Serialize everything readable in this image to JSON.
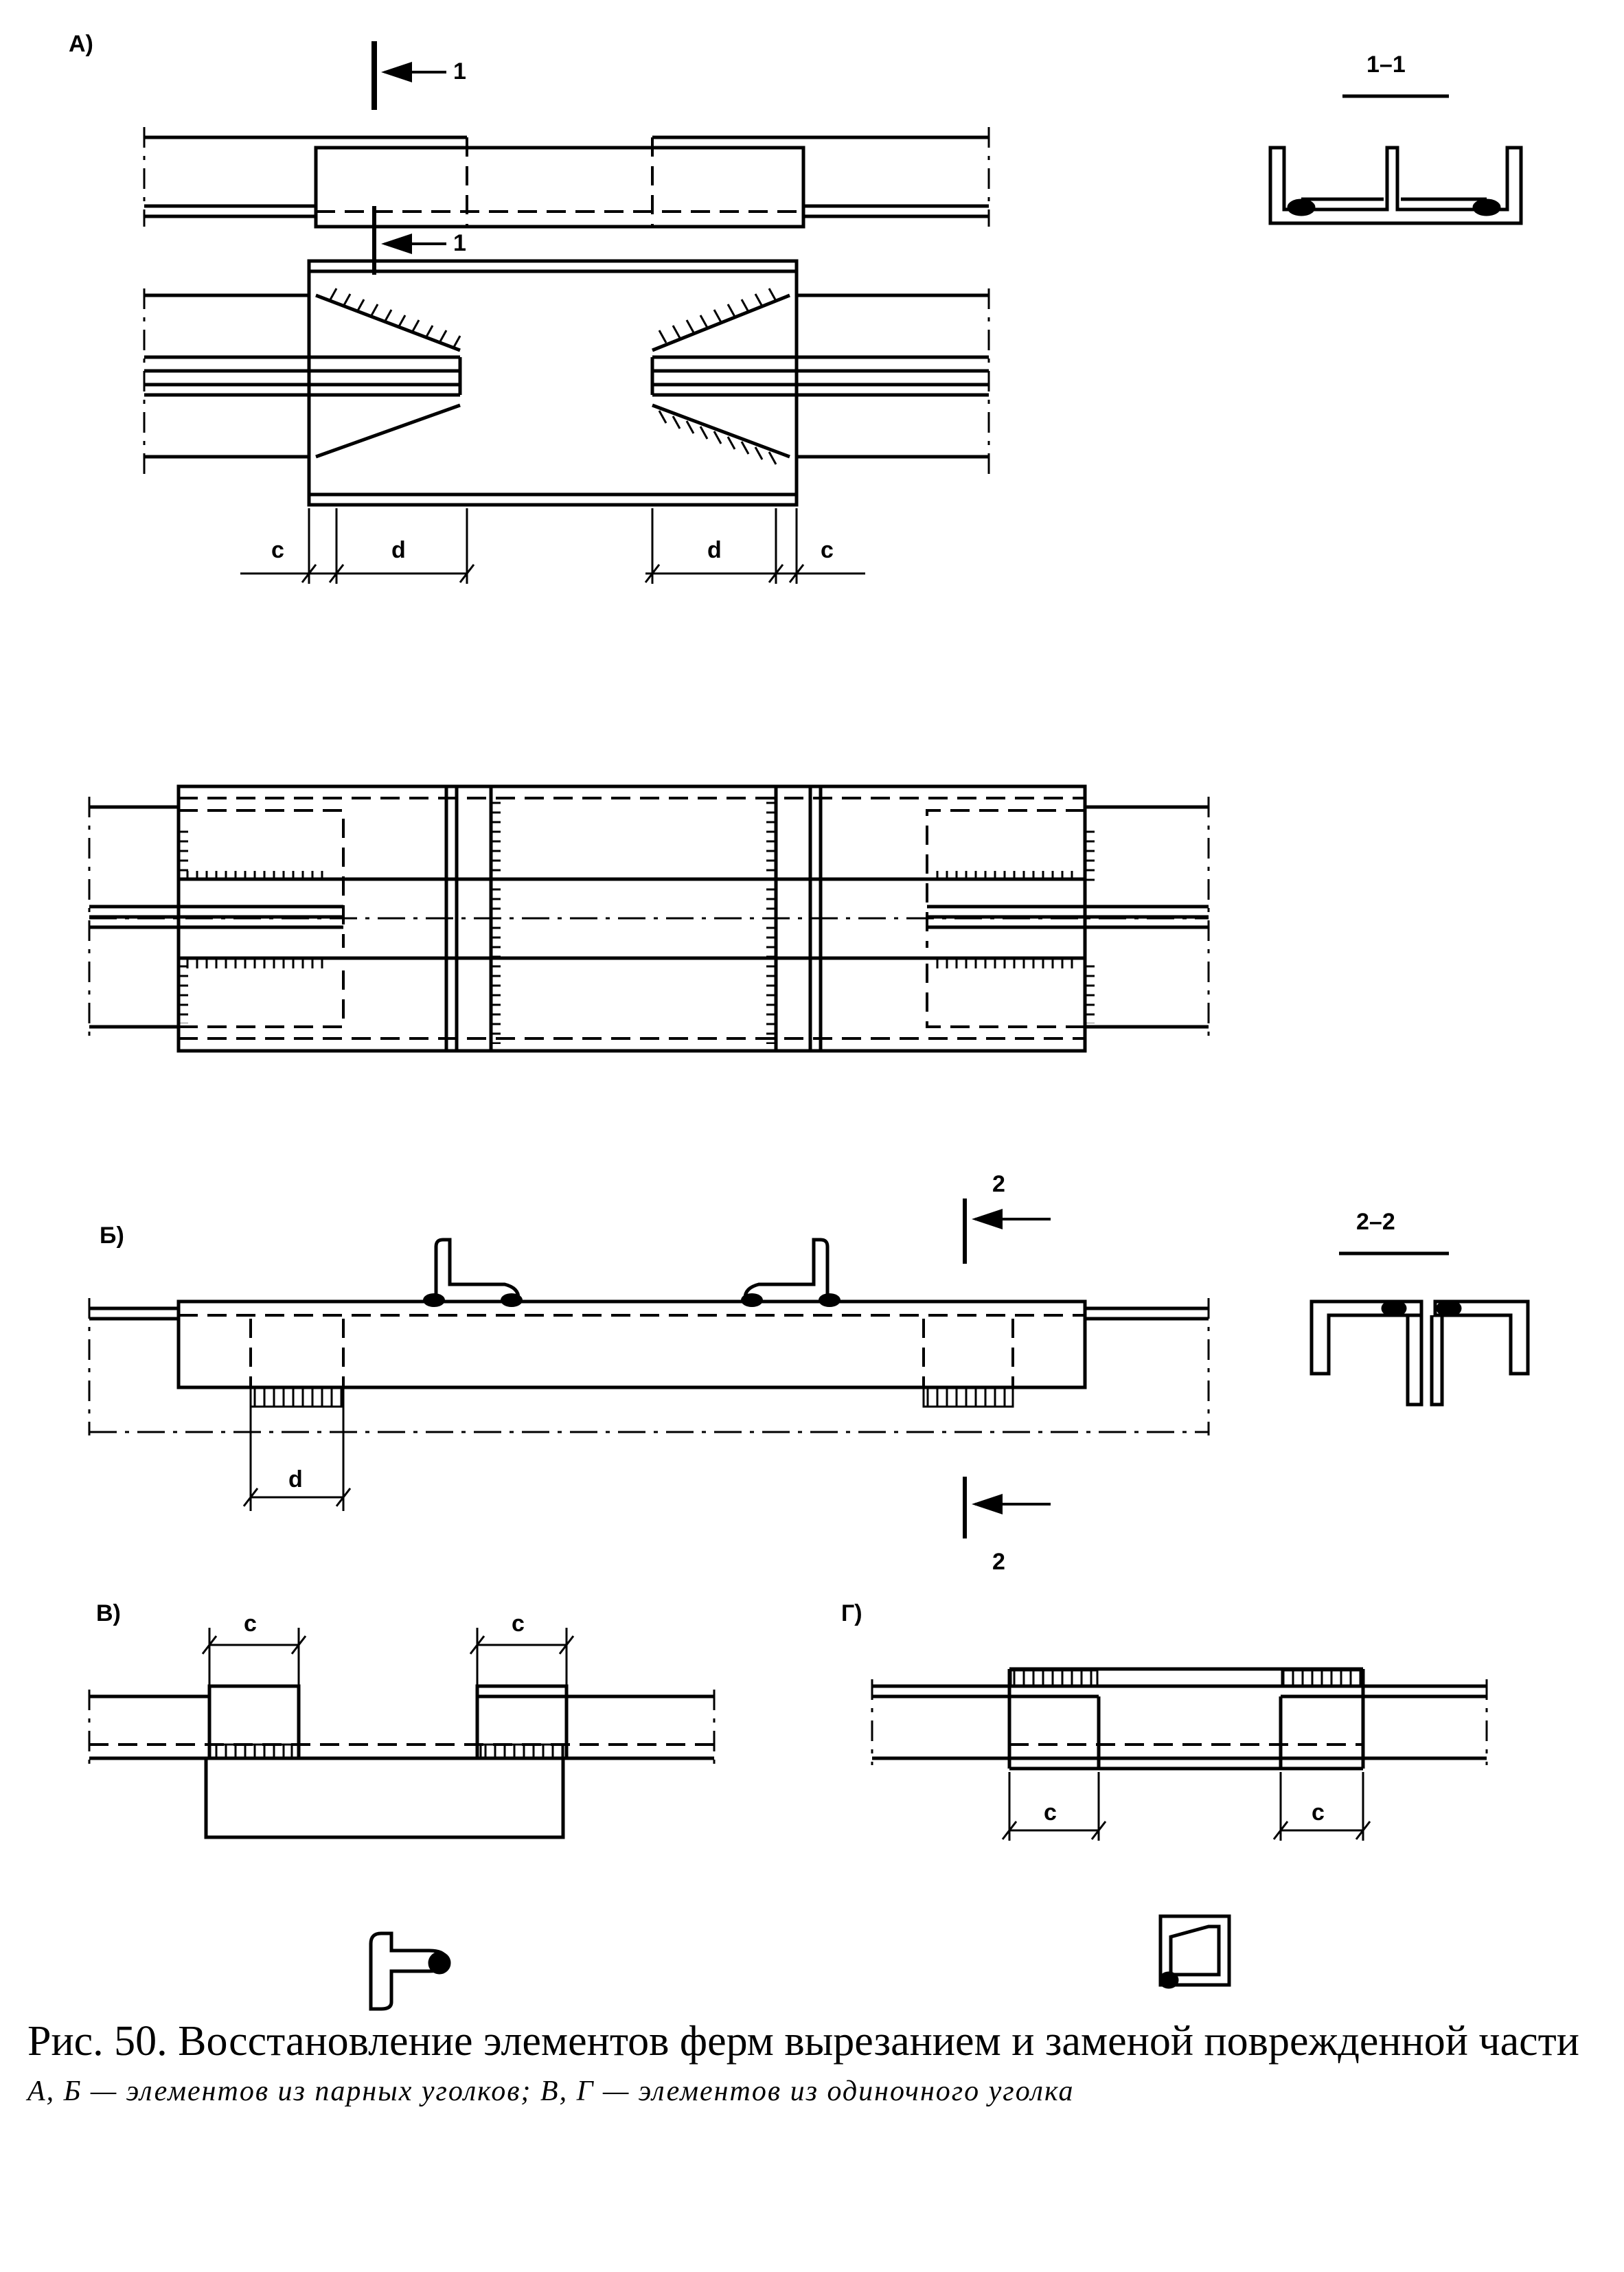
{
  "figure": {
    "panels": {
      "a": "А)",
      "b": "Б)",
      "v": "В)",
      "g": "Г)"
    },
    "sections": {
      "s11": "1–1",
      "s22": "2–2"
    },
    "section_marks": {
      "one": "1",
      "two": "2"
    },
    "dims": {
      "c": "с",
      "d": "d"
    }
  },
  "caption": {
    "title": "Рис. 50. Восстановление элементов ферм вырезанием и заменой поврежденной части",
    "subtitle": "А, Б — элементов из парных уголков; В, Г — элементов из одиночного уголка"
  }
}
